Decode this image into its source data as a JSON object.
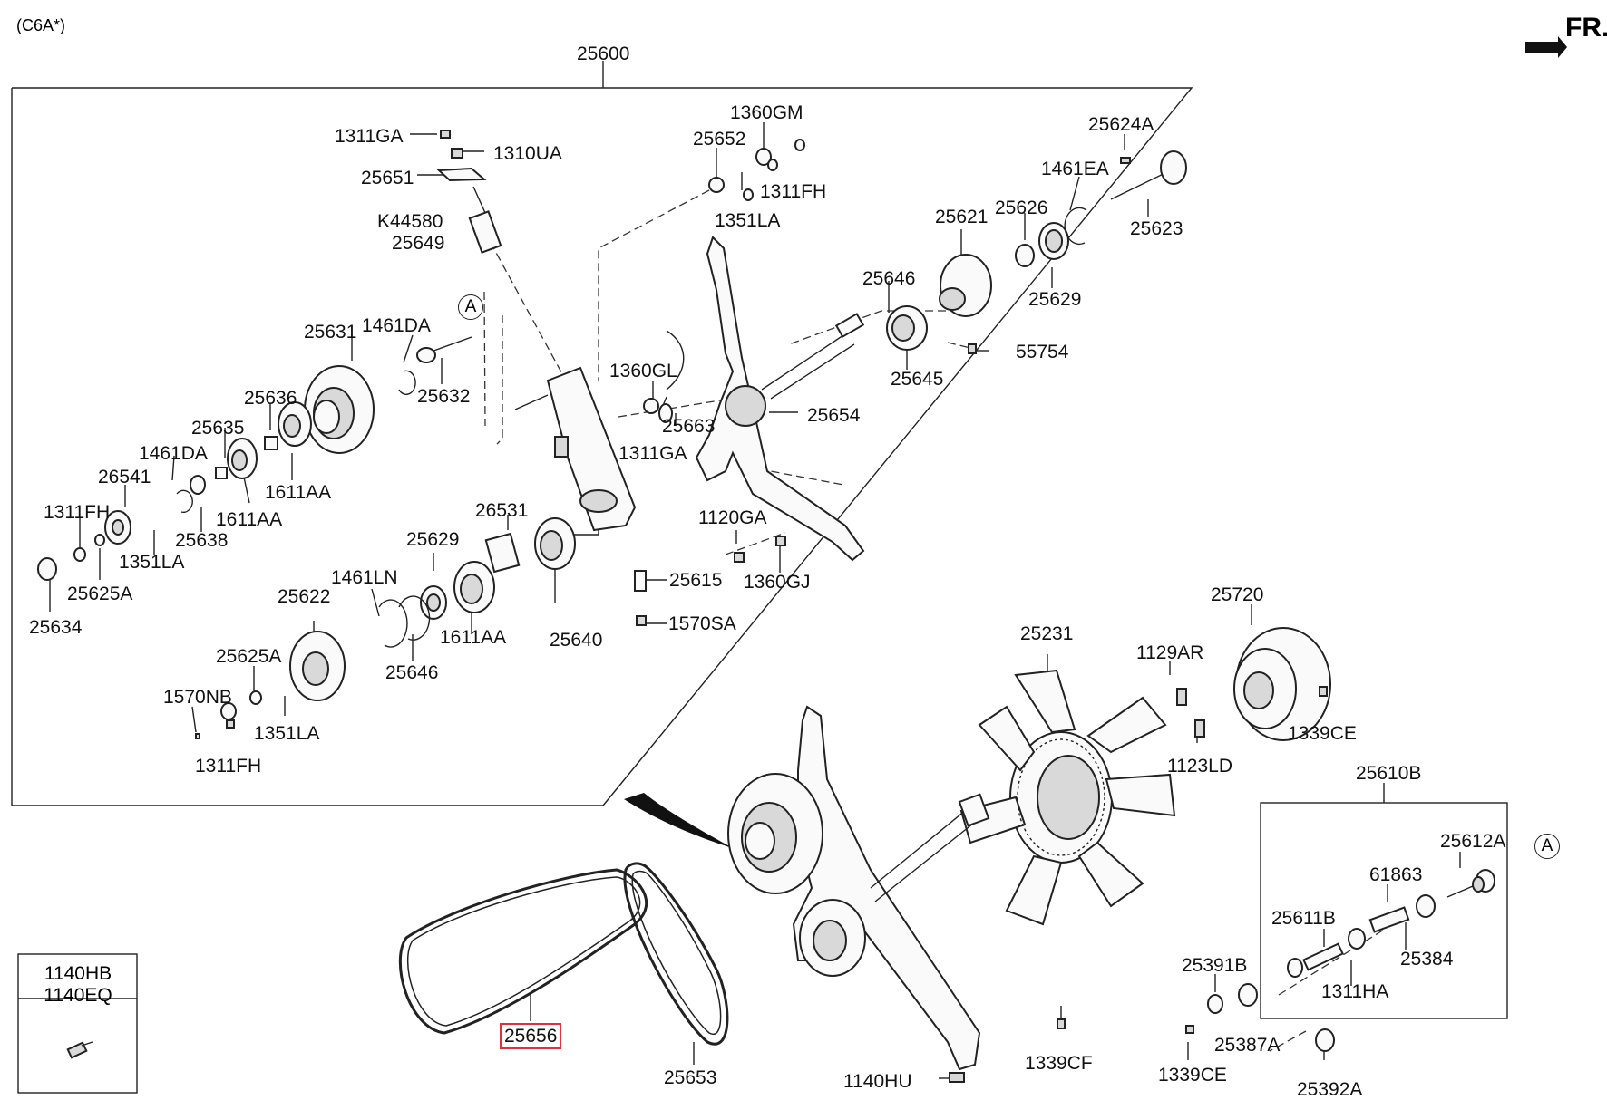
{
  "header": {
    "model_code": "(C6A*)",
    "direction": "FR."
  },
  "callout_letter": "A",
  "highlight_color": "#e0303a",
  "inset_box": {
    "top": "1140HB",
    "bottom": "1140EQ"
  },
  "labels": {
    "p25600": "25600",
    "p1311GA_a": "1311GA",
    "p1310UA": "1310UA",
    "p25651": "25651",
    "pK44580": "K44580",
    "p25649": "25649",
    "p1360GM": "1360GM",
    "p25652": "25652",
    "p1311FH_a": "1311FH",
    "p1351LA_a": "1351LA",
    "p25624A": "25624A",
    "p1461EA": "1461EA",
    "p25623": "25623",
    "p25621": "25621",
    "p25626": "25626",
    "p25646_a": "25646",
    "p25629_a": "25629",
    "p25645": "25645",
    "p55754": "55754",
    "p25631": "25631",
    "p1461DA_a": "1461DA",
    "p25632": "25632",
    "p1360GL": "1360GL",
    "p25663": "25663",
    "p1311GA_b": "1311GA",
    "p25654": "25654",
    "p25636": "25636",
    "p25635": "25635",
    "p1461DA_b": "1461DA",
    "p1611AA_a": "1611AA",
    "p26541": "26541",
    "p1611AA_b": "1611AA",
    "p1311FH_b": "1311FH",
    "p25638": "25638",
    "p1351LA_b": "1351LA",
    "p25625A_a": "25625A",
    "p25634": "25634",
    "p26531": "26531",
    "p1120GA": "1120GA",
    "p25629_b": "25629",
    "p1461LN": "1461LN",
    "p25615": "25615",
    "p1360GJ": "1360GJ",
    "p25622": "25622",
    "p1611AA_c": "1611AA",
    "p25640": "25640",
    "p1570SA": "1570SA",
    "p25625A_b": "25625A",
    "p25646_b": "25646",
    "p1570NB": "1570NB",
    "p1351LA_c": "1351LA",
    "p1311FH_c": "1311FH",
    "p25231": "25231",
    "p25720": "25720",
    "p1129AR": "1129AR",
    "p1339CE_a": "1339CE",
    "p1123LD": "1123LD",
    "p25610B": "25610B",
    "p25612A": "25612A",
    "p61863": "61863",
    "p25611B": "25611B",
    "p25384": "25384",
    "p25391B": "25391B",
    "p1311HA": "1311HA",
    "p25387A": "25387A",
    "p1339CE_b": "1339CE",
    "p25392A": "25392A",
    "p1339CF": "1339CF",
    "p1140HU": "1140HU",
    "p25656": "25656",
    "p25653": "25653"
  }
}
